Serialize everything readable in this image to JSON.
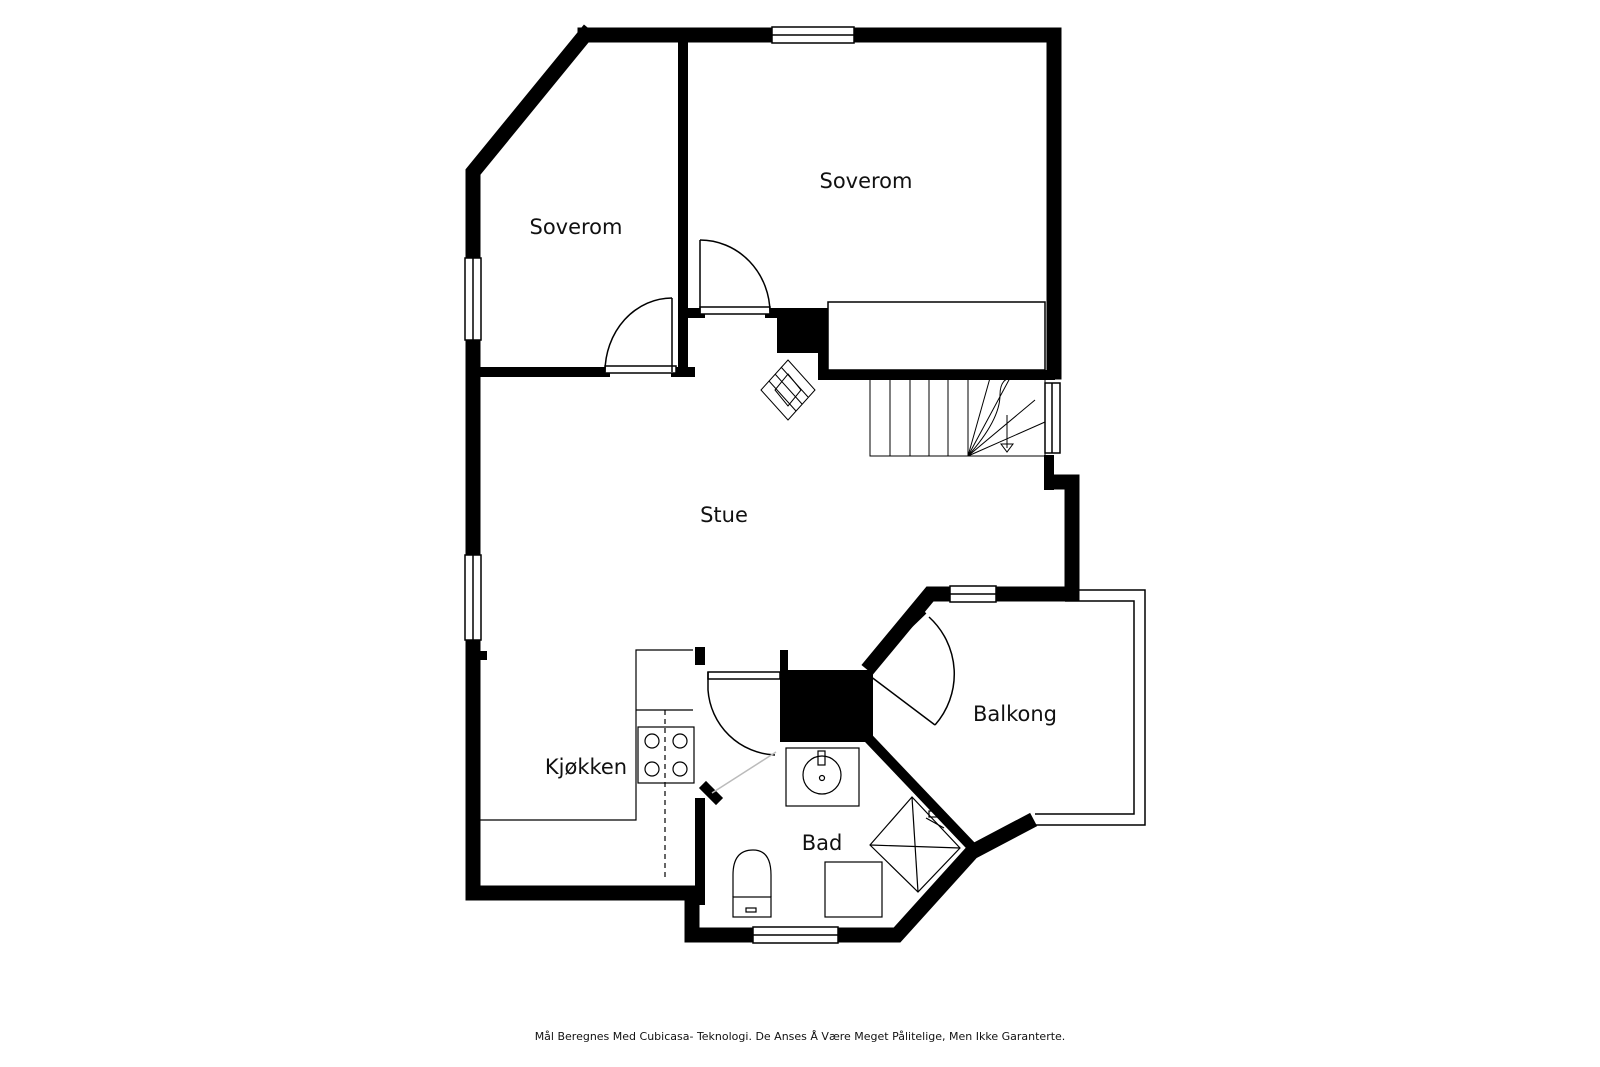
{
  "rooms": {
    "bedroom_left": "Soverom",
    "bedroom_right": "Soverom",
    "living_room": "Stue",
    "balcony": "Balkong",
    "kitchen": "Kjøkken",
    "bathroom": "Bad"
  },
  "footer": {
    "disclaimer": "Mål Beregnes Med Cubicasa- Teknologi. De Anses Å Være Meget Pålitelige, Men Ikke Garanterte."
  },
  "colors": {
    "wall": "#000000",
    "background": "#ffffff",
    "line": "#111111"
  }
}
